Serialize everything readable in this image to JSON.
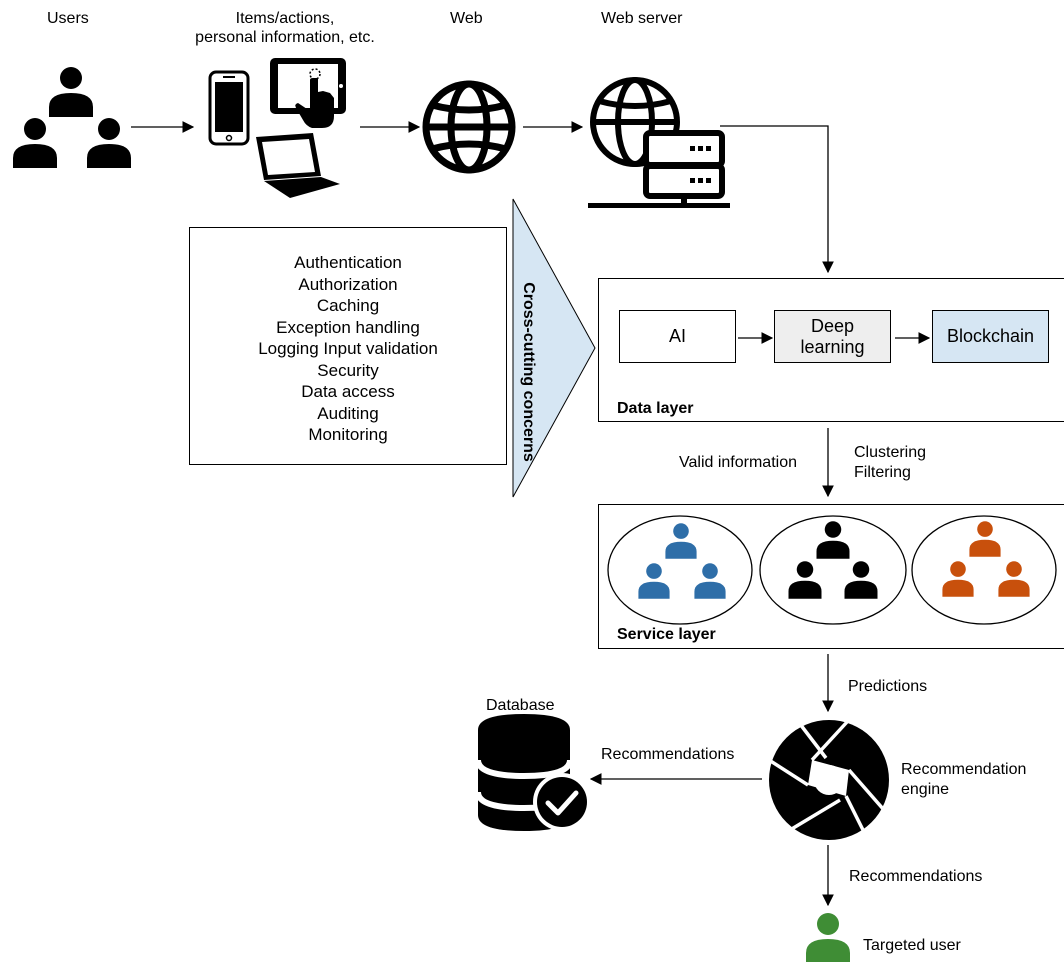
{
  "stages": {
    "users": "Users",
    "items_line1": "Items/actions,",
    "items_line2": "personal information, etc.",
    "web": "Web",
    "web_server": "Web server"
  },
  "concerns": {
    "title": "Cross-cutting concerns",
    "items": [
      "Authentication",
      "Authorization",
      "Caching",
      "Exception handling",
      "Logging Input validation",
      "Security",
      "Data access",
      "Auditing",
      "Monitoring"
    ]
  },
  "data_layer": {
    "title": "Data layer",
    "ai": "AI",
    "deep_learning_line1": "Deep",
    "deep_learning_line2": "learning",
    "blockchain": "Blockchain"
  },
  "flow_labels": {
    "valid_information": "Valid information",
    "clustering": "Clustering",
    "filtering": "Filtering",
    "predictions": "Predictions",
    "recommendations_to_db": "Recommendations",
    "recommendations_to_user": "Recommendations"
  },
  "service_layer": {
    "title": "Service layer"
  },
  "outputs": {
    "database": "Database",
    "engine_line1": "Recommendation",
    "engine_line2": "engine",
    "targeted_user": "Targeted user"
  },
  "colors": {
    "black": "#000000",
    "blue_cluster": "#2e6ea8",
    "orange_cluster": "#c8500c",
    "green_user": "#3f8d35",
    "concerns_fill": "#d6e6f3",
    "deep_learning_fill": "#eeeeee",
    "blockchain_fill": "#d6e6f3"
  }
}
